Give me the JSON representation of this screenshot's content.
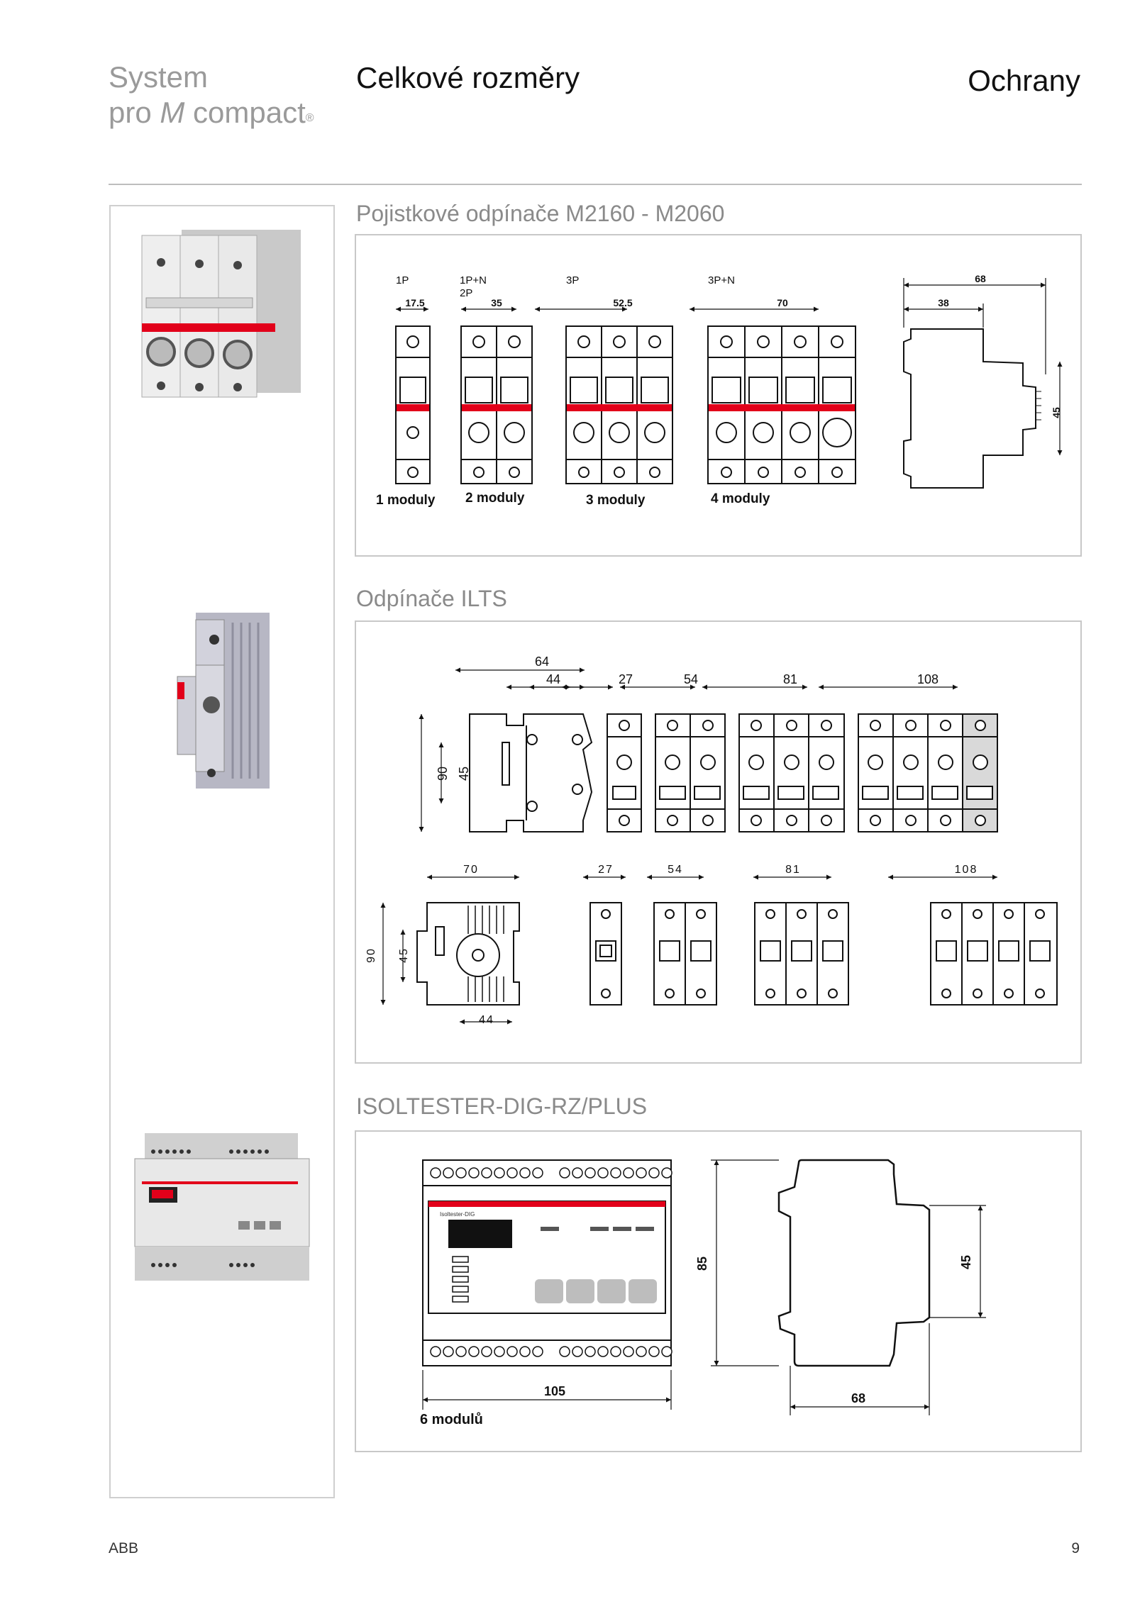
{
  "header": {
    "brand_line1": "System",
    "brand_line2_pre": "pro ",
    "brand_line2_italic": "M",
    "brand_line2_post": " compact",
    "brand_reg": "®",
    "title": "Celkové rozměry",
    "section": "Ochrany"
  },
  "sections": [
    {
      "title": "Pojistkové odpínače M2160 - M2060",
      "types": [
        "1P",
        "1P+N",
        "2P",
        "3P",
        "3P+N"
      ],
      "widths": [
        "17.5",
        "35",
        "52.5",
        "70"
      ],
      "side_dims": [
        "68",
        "38",
        "45"
      ],
      "module_labels": [
        "1 moduly",
        "2 moduly",
        "3 moduly",
        "4 moduly"
      ]
    },
    {
      "title": "Odpínače ILTS",
      "top_dims": [
        "64",
        "44",
        "27",
        "54",
        "81",
        "108",
        "90",
        "45"
      ],
      "bottom_dims": [
        "70",
        "27",
        "54",
        "81",
        "108",
        "90",
        "45",
        "44"
      ]
    },
    {
      "title": "ISOLTESTER-DIG-RZ/PLUS",
      "device_text": "Isoltester-DIG",
      "dims": [
        "85",
        "45",
        "105",
        "68"
      ],
      "module_label": "6 modulů"
    }
  ],
  "footer": {
    "brand": "ABB",
    "page": "9"
  },
  "colors": {
    "abb_red": "#e2001a",
    "title_grey": "#8a8a8a"
  }
}
